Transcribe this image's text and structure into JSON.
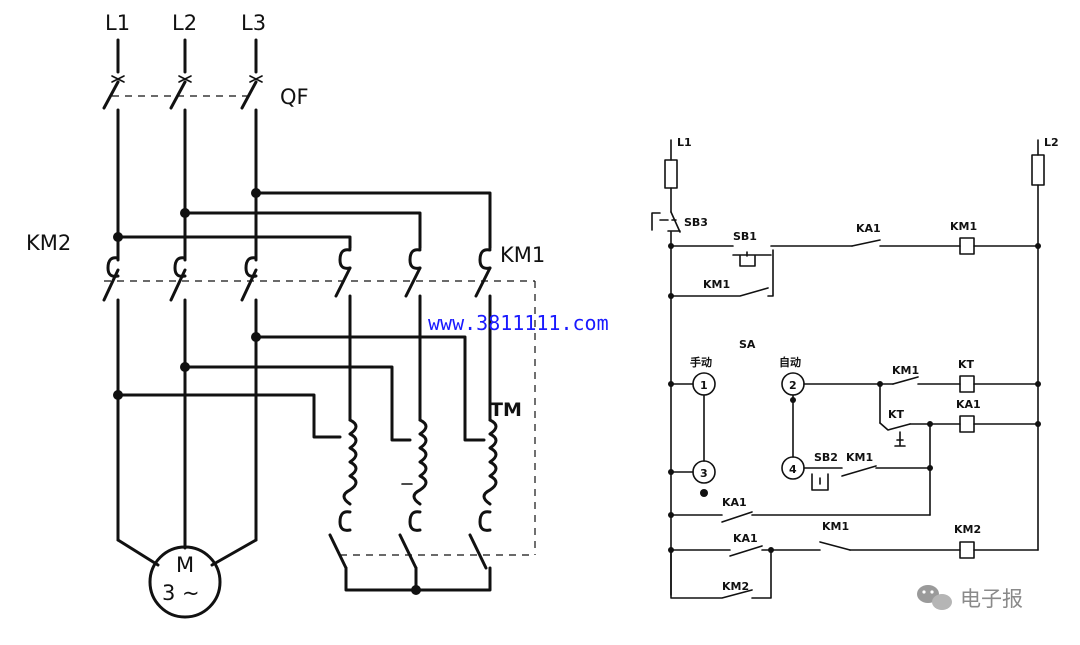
{
  "left_circuit": {
    "phase_labels": [
      "L1",
      "L2",
      "L3"
    ],
    "breaker_label": "QF",
    "contactor_labels": {
      "km2": "KM2",
      "km1": "KM1"
    },
    "transformer_label": "TM",
    "motor_label": "M",
    "motor_phase_label": "3 ~"
  },
  "watermark": {
    "text": "www.3811111.com",
    "color": "#1a1aff"
  },
  "right_circuit": {
    "supply_labels": {
      "l1": "L1",
      "l2": "L2"
    },
    "components": {
      "sb3": "SB3",
      "sb1": "SB1",
      "ka1_top": "KA1",
      "km1_coil": "KM1",
      "km1_hold": "KM1",
      "sa": "SA",
      "manual": "手动",
      "auto": "自动",
      "km1_nc": "KM1",
      "kt_coil": "KT",
      "kt_contact": "KT",
      "ka1_coil": "KA1",
      "sb2": "SB2",
      "km1_no": "KM1",
      "ka1_a": "KA1",
      "ka1_b": "KA1",
      "km1_b": "KM1",
      "km2_coil": "KM2",
      "km2_hold": "KM2"
    },
    "switch_positions": [
      "1",
      "2",
      "3",
      "4"
    ]
  },
  "brand": {
    "text": "电子报",
    "icon": "wechat-icon"
  }
}
